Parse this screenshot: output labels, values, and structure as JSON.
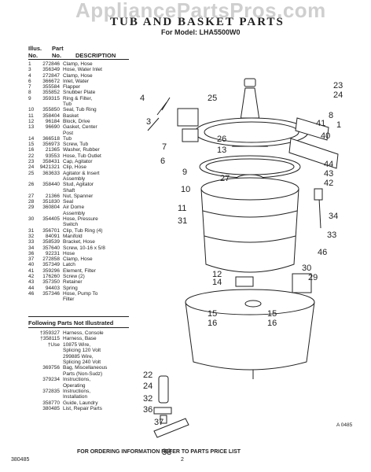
{
  "watermark": "AppliancePartsPros.com",
  "title": "TUB AND BASKET PARTS",
  "model_line": "For Model: LHA5500W0",
  "headers": {
    "illus": "Illus.\nNo.",
    "part": "Part\nNo.",
    "description": "DESCRIPTION"
  },
  "parts": [
    {
      "illus": "1",
      "part": "272846",
      "desc": "Clamp, Hose"
    },
    {
      "illus": "3",
      "part": "356349",
      "desc": "Hose, Water Inlet"
    },
    {
      "illus": "4",
      "part": "272847",
      "desc": "Clamp, Hose"
    },
    {
      "illus": "6",
      "part": "366672",
      "desc": "Inlet, Water"
    },
    {
      "illus": "7",
      "part": "355584",
      "desc": "Flapper"
    },
    {
      "illus": "8",
      "part": "355852",
      "desc": "Snubber Plate"
    },
    {
      "illus": "9",
      "part": "359315",
      "desc": "Ring & Filter,\nTub"
    },
    {
      "illus": "10",
      "part": "355850",
      "desc": "Seal, Tub Ring"
    },
    {
      "illus": "11",
      "part": "358404",
      "desc": "Basket"
    },
    {
      "illus": "12",
      "part": "96184",
      "desc": "Block, Drive"
    },
    {
      "illus": "13",
      "part": "96690",
      "desc": "Gasket, Center\nPost"
    },
    {
      "illus": "14",
      "part": "366518",
      "desc": "Tub"
    },
    {
      "illus": "15",
      "part": "356973",
      "desc": "Screw, Tub"
    },
    {
      "illus": "16",
      "part": "21365",
      "desc": "Washer, Rubber"
    },
    {
      "illus": "22",
      "part": "93553",
      "desc": "Hose, Tub Outlet"
    },
    {
      "illus": "23",
      "part": "358431",
      "desc": "Cap, Agitator"
    },
    {
      "illus": "24",
      "part": "9421321",
      "desc": "Clip, Hose"
    },
    {
      "illus": "25",
      "part": "363633",
      "desc": "Agitator & Insert\nAssembly"
    },
    {
      "illus": "26",
      "part": "358440",
      "desc": "Stud, Agitator\nShaft"
    },
    {
      "illus": "27",
      "part": "21366",
      "desc": "Nut, Spanner"
    },
    {
      "illus": "28",
      "part": "351830",
      "desc": "Seal"
    },
    {
      "illus": "29",
      "part": "360804",
      "desc": "Air Dome\nAssembly"
    },
    {
      "illus": "30",
      "part": "354405",
      "desc": "Hose, Pressure\nSwitch"
    },
    {
      "illus": "31",
      "part": "356701",
      "desc": "Clip, Tub Ring (4)"
    },
    {
      "illus": "32",
      "part": "84091",
      "desc": "Manifold"
    },
    {
      "illus": "33",
      "part": "358539",
      "desc": "Bracket, Hose"
    },
    {
      "illus": "34",
      "part": "357640",
      "desc": "Screw, 10-16 x 5/8"
    },
    {
      "illus": "36",
      "part": "92231",
      "desc": "Hose"
    },
    {
      "illus": "37",
      "part": "272858",
      "desc": "Clamp, Hose"
    },
    {
      "illus": "40",
      "part": "357349",
      "desc": "Latch"
    },
    {
      "illus": "41",
      "part": "359296",
      "desc": "Element, Filter"
    },
    {
      "illus": "42",
      "part": "176260",
      "desc": "Screw (2)"
    },
    {
      "illus": "43",
      "part": "357350",
      "desc": "Retainer"
    },
    {
      "illus": "44",
      "part": "94403",
      "desc": "Spring"
    },
    {
      "illus": "46",
      "part": "357346",
      "desc": "Hose, Pump To\nFilter"
    }
  ],
  "not_illustrated_heading": "Following Parts Not Illustrated",
  "not_illustrated": [
    {
      "part": "†359327",
      "desc": "Harness, Console"
    },
    {
      "part": "†358115",
      "desc": "Harness, Base"
    },
    {
      "part": "†Use",
      "desc": "10875 Wire,\nSplicing 120 Volt\n299885 Wire,\nSplicing 240 Volt"
    },
    {
      "part": "369756",
      "desc": "Bag, Miscellaneous\nParts (Non-Sudz)"
    },
    {
      "part": "379234",
      "desc": "Instructions,\nOperating"
    },
    {
      "part": "372835",
      "desc": "Instructions,\nInstallation"
    },
    {
      "part": "358770",
      "desc": "Guide, Laundry"
    },
    {
      "part": "380485",
      "desc": "List, Repair Parts"
    }
  ],
  "callouts": [
    "25",
    "23",
    "24",
    "8",
    "1",
    "4",
    "3",
    "7",
    "6",
    "41",
    "40",
    "44",
    "43",
    "42",
    "26",
    "13",
    "9",
    "10",
    "27",
    "11",
    "31",
    "34",
    "33",
    "46",
    "12",
    "14",
    "30",
    "29",
    "15",
    "16",
    "15",
    "16",
    "22",
    "24",
    "32",
    "36",
    "37",
    "38"
  ],
  "art_code": "A 0485",
  "footer": "FOR ORDERING INFORMATION REFER TO PARTS PRICE LIST",
  "doc_number": "380485",
  "page_number": "2"
}
